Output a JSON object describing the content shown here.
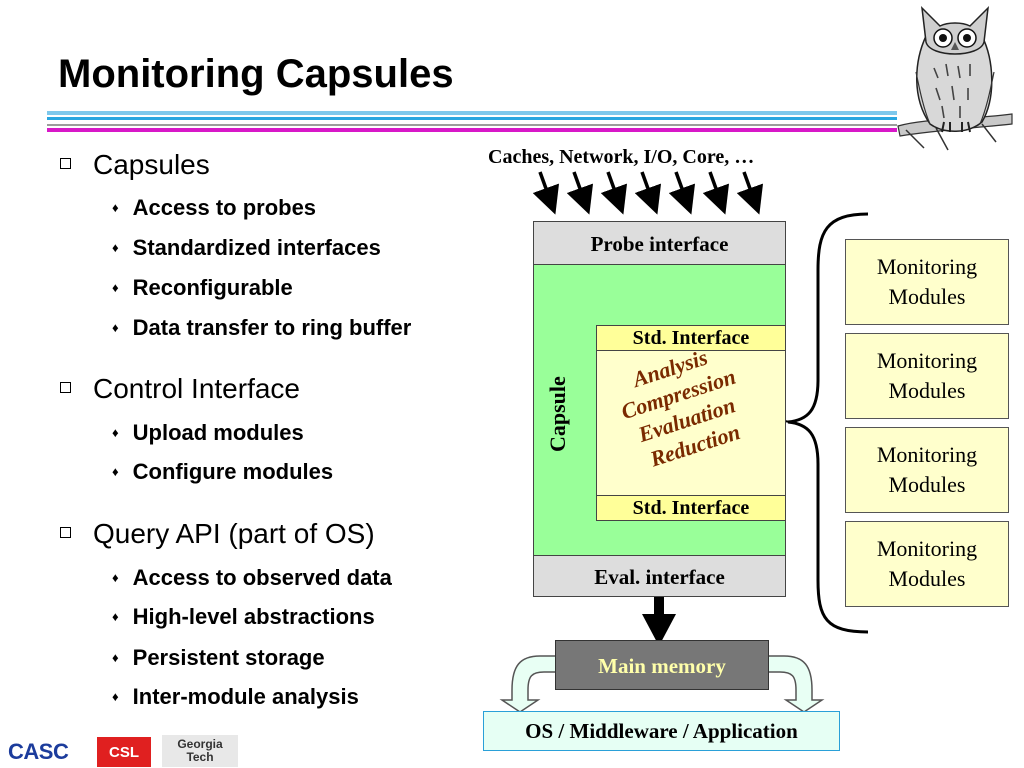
{
  "slide": {
    "title": "Monitoring Capsules"
  },
  "bullets": [
    {
      "label": "Capsules",
      "items": [
        "Access to probes",
        "Standardized interfaces",
        "Reconfigurable",
        "Data transfer to ring buffer"
      ]
    },
    {
      "label": "Control Interface",
      "items": [
        "Upload modules",
        "Configure modules"
      ]
    },
    {
      "label": "Query API (part of OS)",
      "items": [
        "Access to observed data",
        "High-level abstractions",
        "Persistent storage",
        "Inter-module analysis"
      ]
    }
  ],
  "diagram": {
    "inputs_label": "Caches, Network, I/O, Core, …",
    "probe_interface": "Probe interface",
    "capsule_label": "Capsule",
    "std_interface_top": "Std. Interface",
    "std_interface_bottom": "Std. Interface",
    "functions": [
      "Analysis",
      "Compression",
      "Evaluation",
      "Reduction"
    ],
    "eval_interface": "Eval. interface",
    "main_memory": "Main memory",
    "os_layer": "OS / Middleware / Application",
    "modules": [
      {
        "line1": "Monitoring",
        "line2": "Modules"
      },
      {
        "line1": "Monitoring",
        "line2": "Modules"
      },
      {
        "line1": "Monitoring",
        "line2": "Modules"
      },
      {
        "line1": "Monitoring",
        "line2": "Modules"
      }
    ]
  },
  "footer": {
    "casc": "CASC",
    "csl": "CSL",
    "gt_line1": "Georgia",
    "gt_line2": "Tech"
  },
  "colors": {
    "capsule_green": "#99ff99",
    "module_yellow": "#ffffcc",
    "std_yellow": "#ffff99",
    "interface_gray": "#dddddd",
    "main_memory_gray": "#777777",
    "main_memory_text": "#ffffaa",
    "os_bg": "#e6fff4",
    "functions_text": "#7a2a00",
    "title_rule_blue": "#29a6e0",
    "title_rule_magenta": "#d818c8"
  },
  "icons": [
    "owl-icon",
    "square-bullet-icon",
    "diamond-bullet-icon"
  ]
}
